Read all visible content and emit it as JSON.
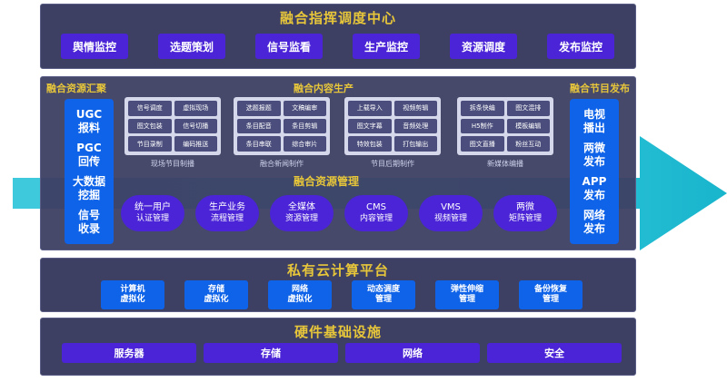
{
  "command_center": {
    "title": "融合指挥调度中心",
    "items": [
      "舆情监控",
      "选题策划",
      "信号监看",
      "生产监控",
      "资源调度",
      "发布监控"
    ]
  },
  "middle": {
    "left_title": "融合资源汇聚",
    "center_title": "融合内容生产",
    "right_title": "融合节目发布",
    "left_items": [
      "UGC\n报料",
      "PGC\n回传",
      "大数据\n挖掘",
      "信号\n收录"
    ],
    "right_items": [
      "电视\n播出",
      "两微\n发布",
      "APP\n发布",
      "网络\n发布"
    ],
    "groups": [
      {
        "caption": "现场节目制播",
        "chips": [
          "信号调度",
          "虚拟现场",
          "图文包装",
          "信号切播",
          "节目录制",
          "编码推送"
        ]
      },
      {
        "caption": "融合新闻制作",
        "chips": [
          "选题报题",
          "文稿编审",
          "条目配音",
          "条目剪辑",
          "条目串联",
          "综合审片"
        ]
      },
      {
        "caption": "节目后期制作",
        "chips": [
          "上载导入",
          "视频剪辑",
          "图文字幕",
          "音频处理",
          "特效包装",
          "打包输出"
        ]
      },
      {
        "caption": "新媒体编播",
        "chips": [
          "拆条快编",
          "图文混排",
          "H5制作",
          "模板编辑",
          "图文直播",
          "粉丝互动"
        ]
      }
    ],
    "resource_title": "融合资源管理",
    "resources": [
      {
        "l1": "统一用户",
        "l2": "认证管理"
      },
      {
        "l1": "生产业务",
        "l2": "流程管理"
      },
      {
        "l1": "全媒体",
        "l2": "资源管理"
      },
      {
        "l1": "CMS",
        "l2": "内容管理"
      },
      {
        "l1": "VMS",
        "l2": "视频管理"
      },
      {
        "l1": "两微",
        "l2": "矩阵管理"
      }
    ]
  },
  "cloud": {
    "title": "私有云计算平台",
    "items": [
      "计算机\n虚拟化",
      "存储\n虚拟化",
      "网络\n虚拟化",
      "动态调度\n管理",
      "弹性伸缩\n管理",
      "备份恢复\n管理"
    ]
  },
  "hardware": {
    "title": "硬件基础设施",
    "items": [
      "服务器",
      "存储",
      "网络",
      "安全"
    ]
  },
  "colors": {
    "band": "#3d3f63",
    "title_yellow": "#e7c63a",
    "purple_button": "#4a24d6",
    "blue_button": "#0f63e8",
    "arrow_cyan": "#29c3d8"
  }
}
